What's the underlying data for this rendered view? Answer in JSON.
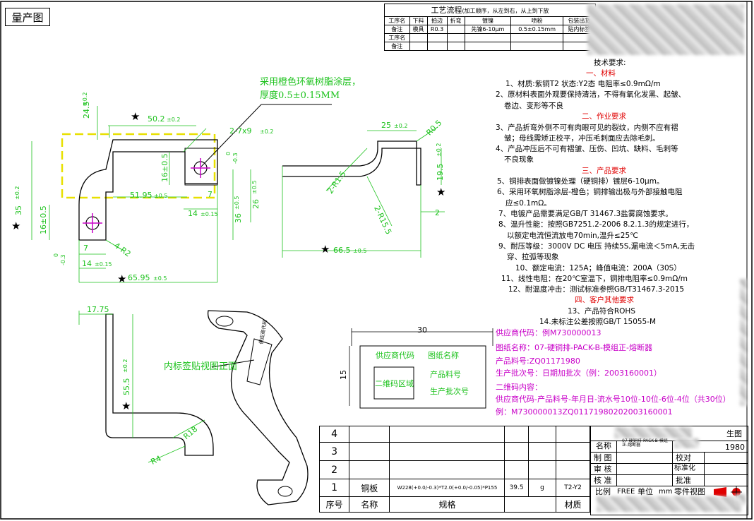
{
  "corner_tag": "量产图",
  "process_table": {
    "title": "工艺流程",
    "title_note": "(加工顺序，从左到右，从上到下放",
    "row_labels": [
      "工序名",
      "备注",
      "工序名",
      "备注"
    ],
    "headers": [
      "下料",
      "拍边",
      "折弯",
      "镀镍",
      "喷粉",
      "包装出货"
    ],
    "notes": [
      "模具",
      "R0.3",
      "",
      "先镍6-10μm",
      "0.5±0.15mm",
      "贴内标签"
    ]
  },
  "callouts": {
    "coating": [
      "采用橙色环氧树脂涂层，",
      "厚度0.5±0.15MM"
    ],
    "label_view": "内标签贴视图正面"
  },
  "dims": {
    "d24_5": "24.5",
    "d0_2a": "±0.2",
    "d50_2": "50.2",
    "d0_2b": "±0.2",
    "hole": "2-7x9",
    "d0_2c": "±0.2",
    "tol0": "0",
    "tol03": "-0.3",
    "d7": "7",
    "d16a": "16±0.5",
    "d51_95": "51.95",
    "d0_5a": "±0.5",
    "d35": "35",
    "d0_2d": "±0.2",
    "d16b": "16±0.5",
    "d36": "36",
    "d0_5b": "±0.5",
    "d14a": "14",
    "d015a": "±0.15",
    "d7b": "7",
    "d14b": "14",
    "d015b": "±0.15",
    "r2": "4-R2",
    "tol0b": "0",
    "tol03b": "-0.3",
    "d65_95": "65.95",
    "d0_5c": "±0.5",
    "d26": "26",
    "d0_5d": "±0.5",
    "d25": "25",
    "d0_2e": "±0.2",
    "r0_5": "R0.5",
    "r1_5": "2-R1.5",
    "r15_5": "2-R15.5",
    "d19_5": "19.5",
    "d0_2f": "±0.2",
    "d2": "2",
    "d66_5": "66.5",
    "d0_5e": "±0.5",
    "d17_75": "17.75",
    "d55_5": "55.5",
    "d0_2g": "±0.2",
    "r18": "R18",
    "r4": "R4",
    "d30": "30",
    "d15": "15"
  },
  "label_box": {
    "supplier": "供应商代码",
    "drawing": "图纸名称",
    "part": "产品料号",
    "batch": "生产批次号",
    "qr": "二维码区域"
  },
  "tech": {
    "title": "技术要求:",
    "s1": "一、材料",
    "l1": "1、材质:紫铜T2  状态:Y2态  电阻率≤0.9mΩ/m",
    "l2a": "2、原材料表面外观要保持清洁，不得有氧化发黑、起皱、",
    "l2b": "卷边、变形等不良",
    "s2": "二、作业要求",
    "l3a": "3、产品折弯外侧不可有肉眼可见的裂纹，内侧不应有褶",
    "l3b": "皱；母线需矫正校平，冲压毛刺面应去除毛刺。",
    "l4a": "4、产品冲压后不可有褶皱、压伤、凹坑、缺料、毛刺等",
    "l4b": "不良现象",
    "s3": "三、产品要求",
    "l5": "5、铜排表面做镀镍处理（硬铜排）镀层6-10μm。",
    "l6a": "6、采用环氧树脂涂层-橙色；铜排输出极与外部接触电阻",
    "l6b": "应≤0.1mΩ。",
    "l7": "7、电镀产品需要满足GB/T 31467.3盐雾腐蚀要求。",
    "l8a": "8、温升性能：按照GB7251.2-2006 8.2.1.3的规定进行，",
    "l8b": "以额定电流恒流放电70min,温升≤25℃",
    "l9a": "9、耐压等级：3000V DC 电压 持续5S,漏电流＜5mA,无击",
    "l9b": "穿、拉弧等现象",
    "l10": "10、额定电流：125A；峰值电流：200A（30S）",
    "l11": "11、线性电阻：在20℃室温下，铜排电阻率≤0.9mΩ/m",
    "l12": "12、耐温度冲击：测试标准参照GB/T31467.3-2015",
    "s4": "四、客户其他要求",
    "l13": "13、产品符合ROHS",
    "l14": "14.未标注公差按照GB/T 15055-M"
  },
  "supplier": {
    "code": "供应商代码：例M730000013",
    "name": "图纸名称：07-硬铜排-PACK-B-模组正-熔断器",
    "part": "产品料号:ZQ01171980",
    "batch": "生产批次号：日期加批次（例：2003160001）",
    "qr": "二维码内容：",
    "qr_fmt": "供应商代码-产品料号-年月日-流水号10位-10位-6位-4位（共30位）",
    "qr_ex": "例：M730000013ZQ01171980202003160001"
  },
  "bom": {
    "rows": [
      "4",
      "3",
      "2"
    ],
    "row1": {
      "no": "1",
      "name": "铜板",
      "spec": "W228(+0.0/-0.3)*T2.0(+0.0/-0.05)*P155",
      "weight": "39.5",
      "unit": "g",
      "material": "T2-Y2"
    },
    "footer": {
      "no": "序号",
      "name": "名称",
      "spec": "规格",
      "material": "材质"
    }
  },
  "titleblock": {
    "name_label": "名称",
    "name_value": "07-硬铜排-PACK-B-模组正-熔断器",
    "no_suffix": "1980",
    "draw": "制 图",
    "check": "校对",
    "review": "审 核",
    "std": "标准化",
    "approve": "核 准",
    "ratify": "批准",
    "scale": "比例",
    "scale_val": "FREE",
    "unit": "单位",
    "unit_val": "mm",
    "view": "零件视图",
    "header_suffix": "生图"
  },
  "colors": {
    "dim": "#1cc21c",
    "tech_head": "#e00000",
    "center": "#c800c8",
    "highlight": "#e8e000"
  }
}
